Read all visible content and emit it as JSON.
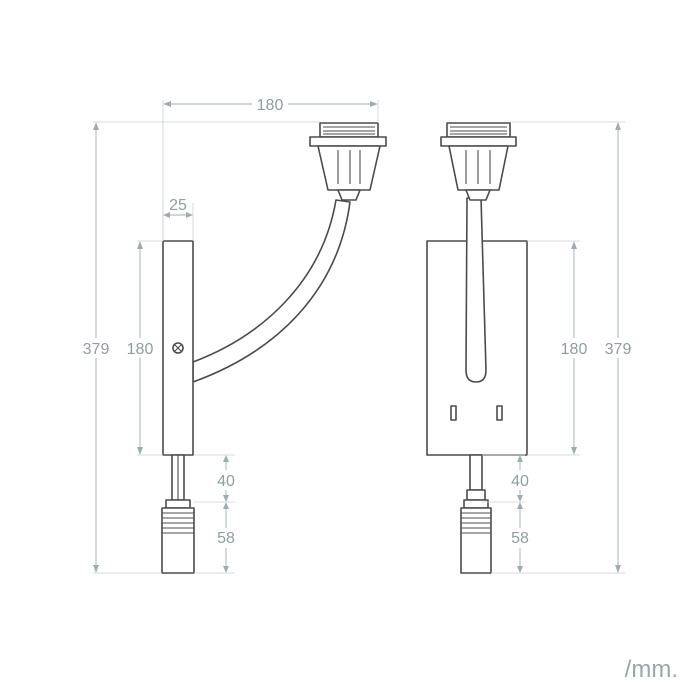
{
  "dimensions": {
    "total_height": "379",
    "arm_reach": "180",
    "base_depth": "25",
    "base_height": "180",
    "switch_stem": "40",
    "switch_body": "58"
  },
  "units_label": "/mm.",
  "colors": {
    "object_stroke": "#4b4b4b",
    "dimension_line": "#9eaeb0",
    "dimension_text": "#8e9ea0"
  }
}
